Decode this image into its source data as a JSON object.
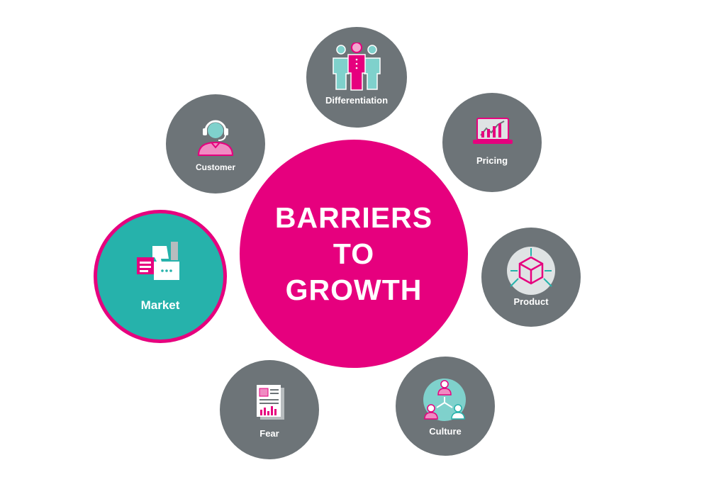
{
  "center": {
    "lines": [
      "BARRIERS",
      "TO",
      "GROWTH"
    ]
  },
  "nodes": {
    "differentiation": {
      "label": "Differentiation",
      "icon": "team-icon"
    },
    "customer": {
      "label": "Customer",
      "icon": "headset-agent-icon"
    },
    "pricing": {
      "label": "Pricing",
      "icon": "laptop-chart-icon"
    },
    "market": {
      "label": "Market",
      "icon": "feedback-thumbs-down-icon",
      "active": true
    },
    "product": {
      "label": "Product",
      "icon": "cube-icon"
    },
    "fear": {
      "label": "Fear",
      "icon": "report-document-icon"
    },
    "culture": {
      "label": "Culture",
      "icon": "hierarchy-people-icon"
    }
  },
  "colors": {
    "center": "#e6007e",
    "node": "#6d7478",
    "active": "#26b2ab",
    "accent_teal": "#7fd1cc",
    "accent_pink": "#e6007e"
  }
}
